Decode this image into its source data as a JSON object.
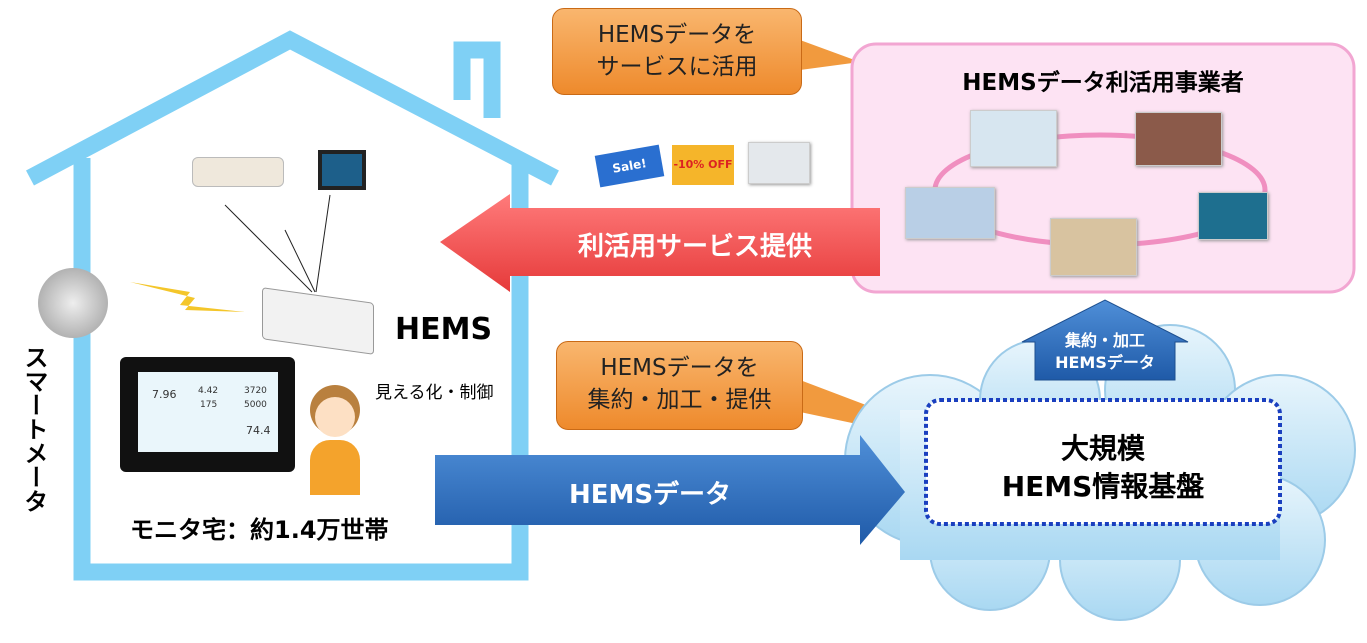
{
  "callout_top": {
    "line1": "HEMSデータを",
    "line2": "サービスに活用"
  },
  "callout_mid": {
    "line1": "HEMSデータを",
    "line2": "集約・加工・提供"
  },
  "provider_box": {
    "title": "HEMSデータ利活用事業者"
  },
  "arrow_service": {
    "label": "利活用サービス提供"
  },
  "arrow_data": {
    "label": "HEMSデータ"
  },
  "up_arrow": {
    "line1": "集約・加工",
    "line2": "HEMSデータ"
  },
  "platform": {
    "line1": "大規模",
    "line2": "HEMS情報基盤"
  },
  "hems": {
    "label": "HEMS",
    "sub": "見える化・制御"
  },
  "monitor_homes": "モニタ宅：約1.4万世帯",
  "smart_meter": "スマートメータ",
  "tablet": {
    "v1": "7.96",
    "v2": "4.42",
    "v3": "175",
    "v4": "3720",
    "v5": "5000",
    "v6": "74.4"
  },
  "coupons": {
    "sale": "Sale!",
    "off": "-10% OFF"
  },
  "colors": {
    "house": "#7fd0f5",
    "red_arrow": "#f04a4a",
    "blue_arrow": "#2f6fbe",
    "callout": "#f19a3e",
    "pink": "#fde3f3"
  }
}
